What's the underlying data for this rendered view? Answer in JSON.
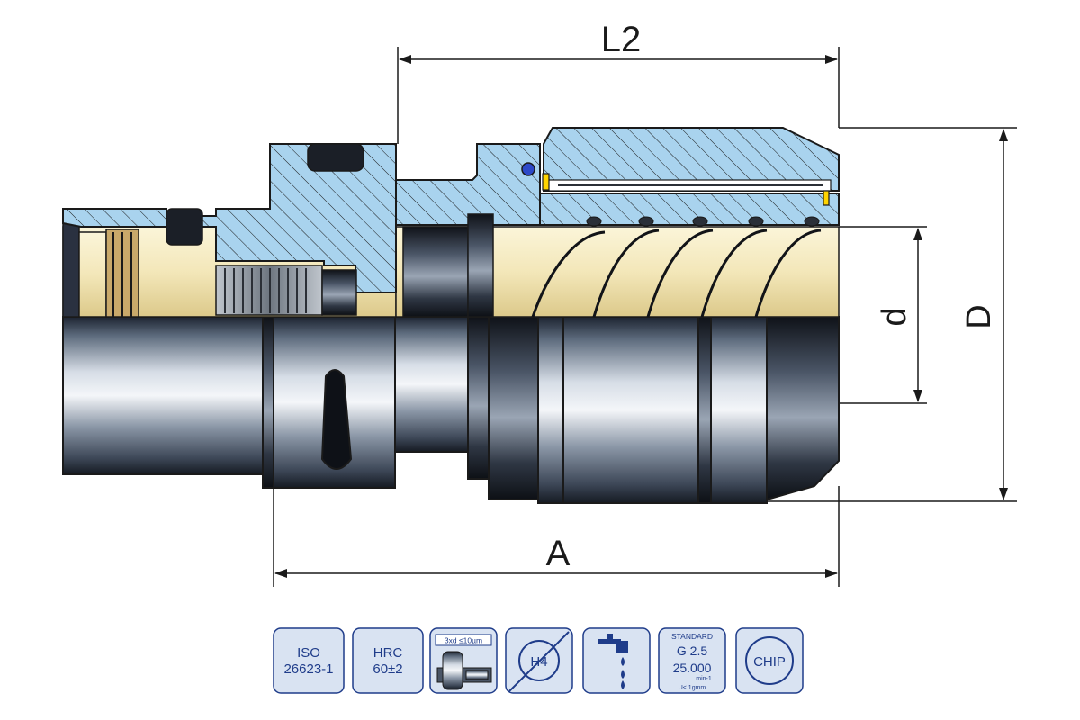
{
  "dimensions": {
    "l2": "L2",
    "a": "A",
    "d_small": "d",
    "d_large": "D"
  },
  "badges": [
    {
      "id": "iso",
      "line1": "ISO",
      "line2": "26623-1"
    },
    {
      "id": "hrc",
      "line1": "HRC",
      "line2": "60±2"
    },
    {
      "id": "runout",
      "label": "3xd ≤10µm",
      "icon": "runout-gauge-icon"
    },
    {
      "id": "h4",
      "label": "H4",
      "icon": "tolerance-circle-icon"
    },
    {
      "id": "coolant",
      "icon": "coolant-tap-icon"
    },
    {
      "id": "balance",
      "line1": "STANDARD",
      "line2": "G 2.5",
      "line3": "25.000",
      "line4": "min-1",
      "line5": "U< 1gmm"
    },
    {
      "id": "chip",
      "label": "CHIP",
      "icon": "chip-circle-icon"
    }
  ],
  "colors": {
    "section_blue": "#a9d3ee",
    "cream": "#f3e7b9",
    "badge_fill": "#d9e3f2",
    "badge_text": "#1f3c8a",
    "outline": "#1a1a1a"
  }
}
